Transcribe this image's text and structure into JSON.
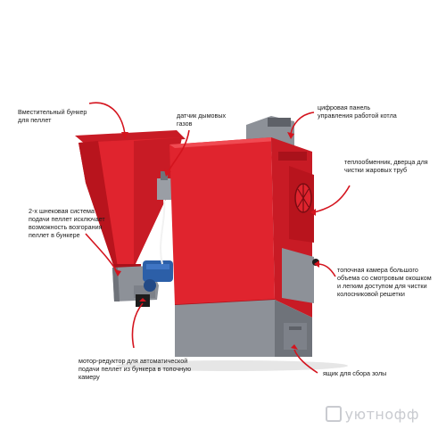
{
  "annotations": {
    "hopper": "Вместительный бункер для пеллет",
    "smoke_sensor": "датчик дымовых газов",
    "control_panel": "цифровая панель управления работой котла",
    "heat_exchanger": "теплообменник, дверца для чистки жаровых труб",
    "screw_system": "2-х шнековая система подачи пеллет исключает возможность возгорания пеллет в бункере",
    "firebox": "топочная камера большого объема со смотровым окошком и легким доступом для чистки колосниковой решетки",
    "gear_motor": "мотор-редуктор для автоматической подачи пеллет из бункера в топочную камеру",
    "ash_box": "ящик для сбора золы"
  },
  "watermark": "уютнофф",
  "colors": {
    "body_red": "#e0242e",
    "dark_red": "#a9121b",
    "steel_gray": "#8d9198",
    "arrow_red": "#d4141e",
    "motor_blue": "#2c5fa8"
  }
}
